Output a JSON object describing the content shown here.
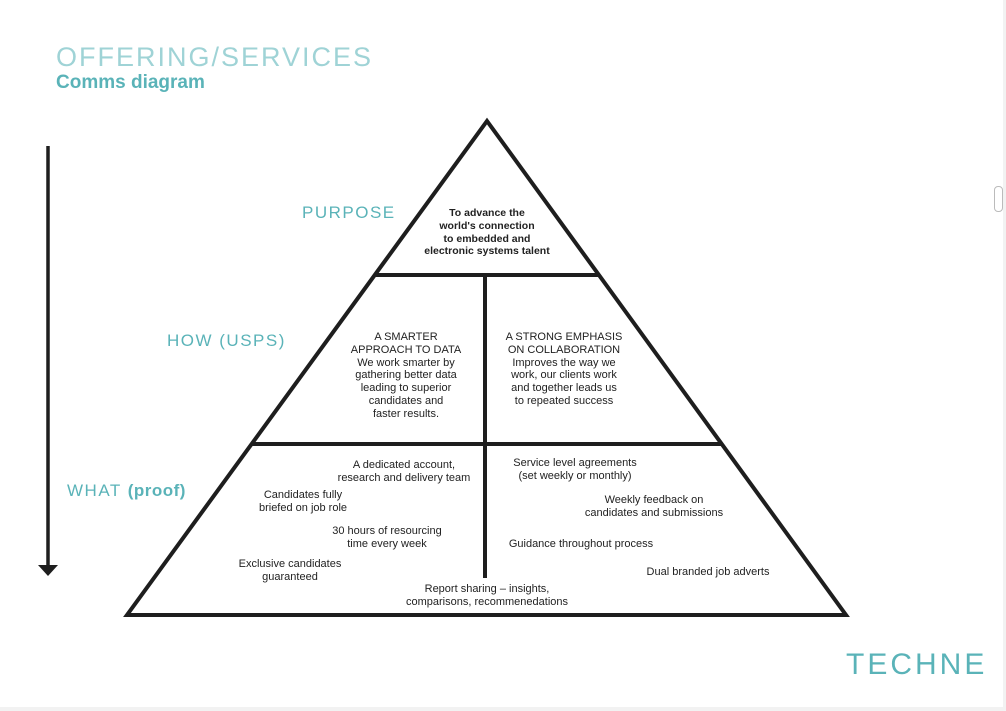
{
  "header": {
    "title": "OFFERING/SERVICES",
    "subtitle": "Comms diagram"
  },
  "levels": {
    "purpose": "PURPOSE",
    "how": "HOW (USPS)",
    "what_prefix": "WHAT",
    "what_suffix": "(proof)"
  },
  "purpose_text": "To advance the\nworld's connection\nto embedded and\nelectronic systems talent",
  "how": {
    "left": "A SMARTER\nAPPROACH TO DATA\nWe work smarter by\ngathering better data\nleading to superior\ncandidates and\nfaster results.",
    "right": "A STRONG EMPHASIS\nON COLLABORATION\nImproves the way we\nwork, our clients work\nand together leads us\nto repeated success"
  },
  "what": {
    "dedicated": "A dedicated account,\nresearch and delivery team",
    "briefed": "Candidates fully\nbriefed on job role",
    "hours": "30 hours of resourcing\ntime every week",
    "exclusive": "Exclusive candidates\nguaranteed",
    "sla": "Service level agreements\n(set weekly or monthly)",
    "feedback": "Weekly feedback on\ncandidates and submissions",
    "guidance": "Guidance throughout process",
    "adverts": "Dual branded job adverts",
    "report": "Report sharing – insights,\ncomparisons, recommenedations"
  },
  "logo": "TECHNE",
  "colors": {
    "accent": "#5ab3b8",
    "accent_light": "#9fd3d6",
    "line": "#1e1e1e"
  },
  "icons": {
    "arrow": "down-arrow-icon",
    "logo": "techne-logo"
  }
}
